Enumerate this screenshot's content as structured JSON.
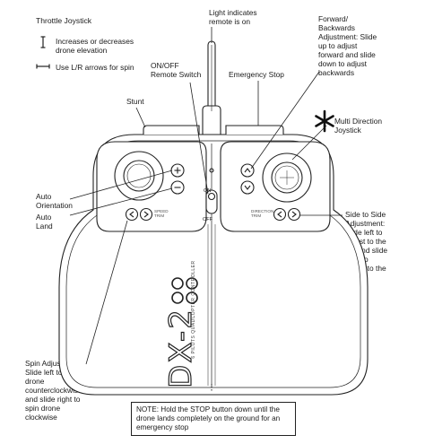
{
  "legend": {
    "title": "Throttle Joystick",
    "items": [
      {
        "symbol": "vertical-arrow-icon",
        "text": "Increases or decreases\ndrone elevation"
      },
      {
        "symbol": "horizontal-arrow-icon",
        "text": "Use L/R arrows for spin"
      }
    ]
  },
  "labels": {
    "light": "Light indicates\nremote is on",
    "forward": "Forward/\nBackwards\nAdjustment: Slide\nup to adjust\nforward and slide\ndown to adjust\nbackwards",
    "onoff": "ON/OFF\nRemote Switch",
    "emergency": "Emergency Stop",
    "stunt": "Stunt",
    "multi": "Multi Direction\nJoystick",
    "auto_orientation": "Auto\nOrientation",
    "auto_land": "Auto\nLand",
    "side": "Side to Side\nAdjustment:\nSlide left to\nadjust to the\nleft and slide\nright to\nadjust to the\nright",
    "spin": "Spin Adjustment:\nSlide left to spin\ndrone\ncounterclockwise\nand slide right to\nspin drone\nclockwise"
  },
  "controller": {
    "switch_on": "ON",
    "switch_off": "OFF",
    "left_trim": "SPEED\nTRIM",
    "right_trim": "DIRECTION\nTRIM",
    "brand": "DX-2",
    "subtitle": "6 PILOTS QUADCOPTER CONTROLLER"
  },
  "note": "NOTE: Hold the STOP button down until the drone lands completely on the ground for an emergency stop"
}
